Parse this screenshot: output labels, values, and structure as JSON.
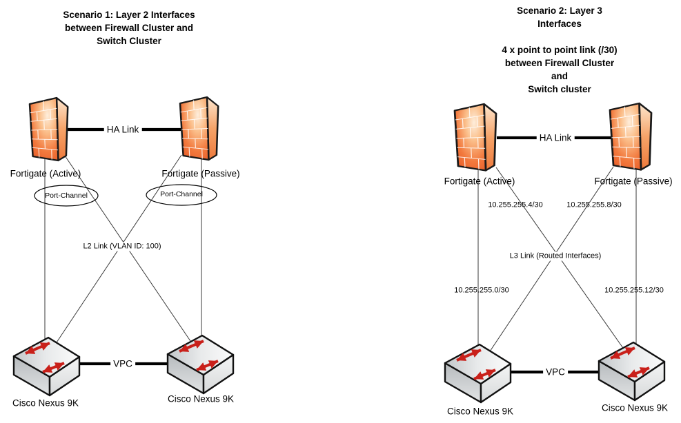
{
  "s1": {
    "title": "Scenario 1: Layer 2 Interfaces\nbetween Firewall Cluster and\nSwitch Cluster",
    "firewall_active_label": "Fortigate (Active)",
    "firewall_passive_label": "Fortigate (Passive)",
    "ha_link_label": "HA Link",
    "port_channel_left_label": "Port-Channel",
    "port_channel_right_label": "Port-Channel",
    "cross_link_label": "L2 Link (VLAN ID: 100)",
    "vpc_link_label": "VPC",
    "switch_left_label": "Cisco Nexus 9K",
    "switch_right_label": "Cisco Nexus 9K"
  },
  "s2": {
    "title": "Scenario 2: Layer 3 Interfaces\n\n4 x point to point link (/30)\nbetween Firewall Cluster and\nSwitch cluster",
    "firewall_active_label": "Fortigate (Active)",
    "firewall_passive_label": "Fortigate (Passive)",
    "ha_link_label": "HA Link",
    "ip_top_left": "10.255.255.4/30",
    "ip_top_right": "10.255.255.8/30",
    "cross_link_label": "L3 Link (Routed Interfaces)",
    "ip_bottom_left": "10.255.255.0/30",
    "ip_bottom_right": "10.255.255.12/30",
    "vpc_link_label": "VPC",
    "switch_left_label": "Cisco Nexus 9K",
    "switch_right_label": "Cisco Nexus 9K"
  },
  "icons": {
    "firewall": "brick-firewall-icon",
    "switch": "switch-crossing-arrows-icon"
  },
  "colors": {
    "firewall_orange": "#EE6A31",
    "switch_gray": "#D9DBDC",
    "arrow_red": "#C9201A",
    "line_black": "#000000",
    "background": "#FFFFFF"
  }
}
